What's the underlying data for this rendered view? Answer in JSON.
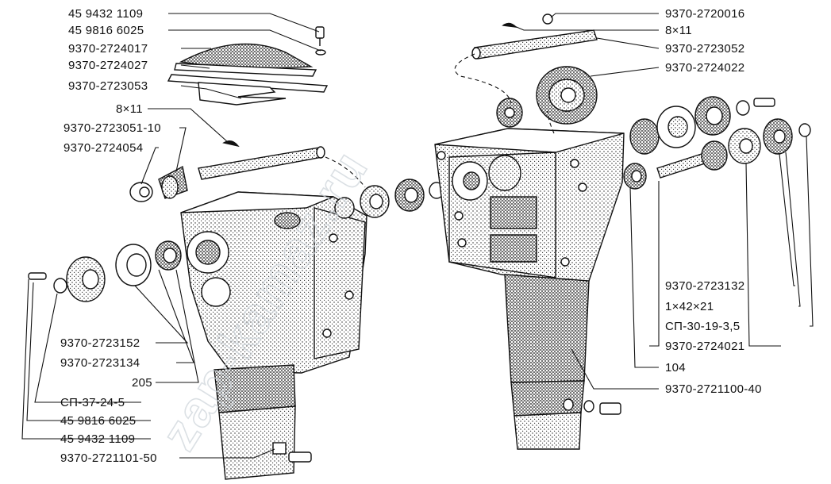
{
  "labels_left": [
    "45 9432 1109",
    "45 9816 6025",
    "9370-2724017",
    "9370-2724027",
    "9370-2723053",
    "8×11",
    "9370-2723051-10",
    "9370-2724054"
  ],
  "labels_bottom_left": [
    "9370-2723152",
    "9370-2723134",
    "205",
    "СП-37-24-5",
    "45 9816 6025",
    "45 9432 1109",
    "9370-2721101-50"
  ],
  "labels_top_right": [
    "9370-2720016",
    "8×11",
    "9370-2723052",
    "9370-2724022"
  ],
  "labels_bottom_right": [
    "9370-2723132",
    "1×42×21",
    "СП-30-19-3,5",
    "9370-2724021",
    "104",
    "9370-2721100-40"
  ],
  "watermark": "zap-kamaz.ru",
  "colors": {
    "ink": "#111111",
    "paper": "#ffffff",
    "watermark": "#cfd6dc"
  }
}
